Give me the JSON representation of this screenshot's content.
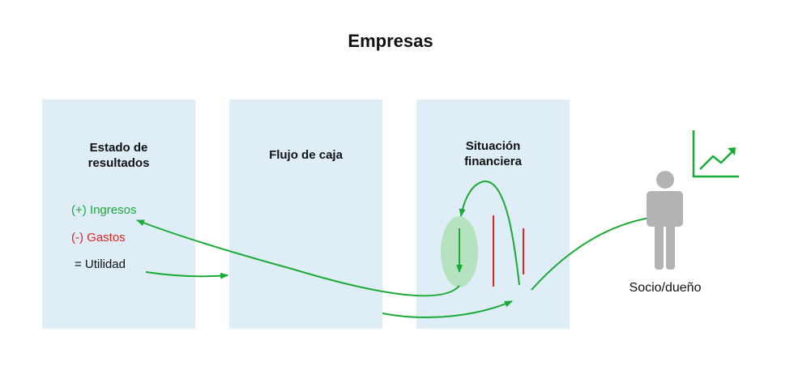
{
  "title": "Empresas",
  "panels": [
    {
      "title_line1": "Estado de",
      "title_line2": "resultados"
    },
    {
      "title_line1": "Flujo de caja"
    },
    {
      "title_line1": "Situación",
      "title_line2": "financiera"
    }
  ],
  "items": {
    "ingresos": "(+) Ingresos",
    "gastos": "(-) Gastos",
    "utilidad": "= Utilidad"
  },
  "person": {
    "label": "Socio/dueño"
  },
  "colors": {
    "panel_bg": "#deedf6",
    "arrow_green": "#1aab36",
    "expense_red": "#e02424",
    "person_gray": "#b3b3b3",
    "ellipse_fill": "#b6e3bf"
  }
}
